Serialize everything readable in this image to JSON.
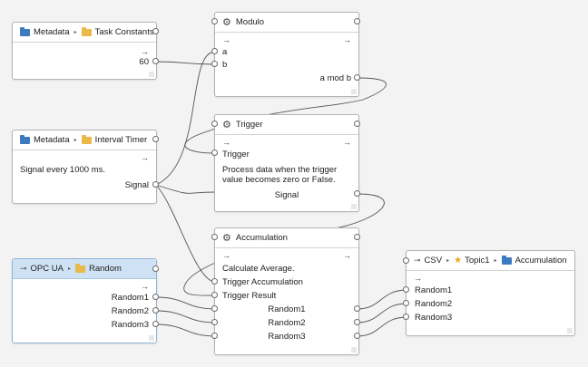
{
  "nodes": {
    "task_constants": {
      "path": [
        "Metadata",
        "Task Constants"
      ],
      "output_label": "60"
    },
    "interval_timer": {
      "path": [
        "Metadata",
        "Interval Timer"
      ],
      "description": "Signal every 1000 ms.",
      "output_label": "Signal"
    },
    "opc_ua": {
      "path": [
        "OPC UA",
        "Random"
      ],
      "outputs": [
        "Random1",
        "Random2",
        "Random3"
      ]
    },
    "modulo": {
      "title": "Modulo",
      "inputs": [
        "a",
        "b"
      ],
      "output_label": "a mod b"
    },
    "trigger": {
      "title": "Trigger",
      "input_label": "Trigger",
      "description": [
        "Process data when the trigger",
        "value becomes zero or False."
      ],
      "output_label": "Signal"
    },
    "accumulation": {
      "title": "Accumulation",
      "description": "Calculate Average.",
      "inputs": [
        "Trigger Accumulation",
        "Trigger Result"
      ],
      "series": [
        "Random1",
        "Random2",
        "Random3"
      ]
    },
    "csv": {
      "path": [
        "CSV",
        "Topic1",
        "Accumulation"
      ],
      "inputs": [
        "Random1",
        "Random2",
        "Random3"
      ]
    }
  },
  "glyphs": {
    "arrow": "→",
    "separator": "▸",
    "gear": "⚙",
    "star": "★",
    "plug": "⊸"
  },
  "colors": {
    "canvas": "#f3f3f3",
    "selected_header": "#cfe2f5",
    "folder_blue": "#3d7bc0",
    "folder_yellow": "#e9b949",
    "wire": "#555555"
  }
}
